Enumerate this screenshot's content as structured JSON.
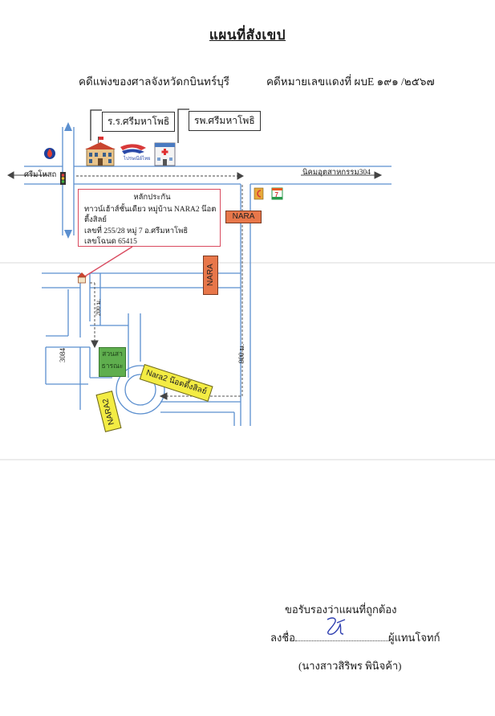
{
  "header": {
    "title": "แผนที่สังเขป",
    "court": "คดีแพ่งของศาลจังหวัดกบินทร์บุรี",
    "case_number": "คดีหมายเลขแดงที่  ผบE ๑๙๑ /๒๕๖๗"
  },
  "landmarks": {
    "school": "ร.ร.ศรีมหาโพธิ",
    "hospital": "รพ.ศรีมหาโพธิ",
    "post_office_text": "ไปรษณีย์ไทย"
  },
  "roads": {
    "left_arrow": "ศรีมโหสถ",
    "industrial": "นิคมอุตสาหกรรม304",
    "road_3084": "3084",
    "dist_200": "200 ม.",
    "dist_900": "900 ม."
  },
  "signs": {
    "nara_top": "NARA",
    "nara_vertical": "NARA",
    "nara2_diag": "Nara2 น๊อตตี้งสิลย์",
    "nara2_small": "NARA2",
    "park": "สวนสา ธารณะ"
  },
  "callout": {
    "heading": "หลักประกัน",
    "line1": "ทาวน์เฮ้าส์ชั้นเดียว  หมู่บ้าน NARA2 น๊อตตี้งสิลย์",
    "line2": "เลขที่ 255/28  หมู่ 7  อ.ศรีมหาโพธิ",
    "line3": "เลขโฉนด  65415"
  },
  "footer": {
    "certify": "ขอรับรองว่าแผนที่ถูกต้อง",
    "sign_label": "ลงชื่อ",
    "signer_role": "ผู้แทนโจทก์",
    "signer_name": "(นางสาวสิริพร  พินิจค้า)"
  },
  "colors": {
    "road_line": "#5b8fcf",
    "callout_border": "#d94a5f",
    "sign_orange": "#e8774a",
    "sign_yellow": "#f3ec43",
    "park_green": "#5fae4e",
    "signature_ink": "#2f3fb0"
  }
}
